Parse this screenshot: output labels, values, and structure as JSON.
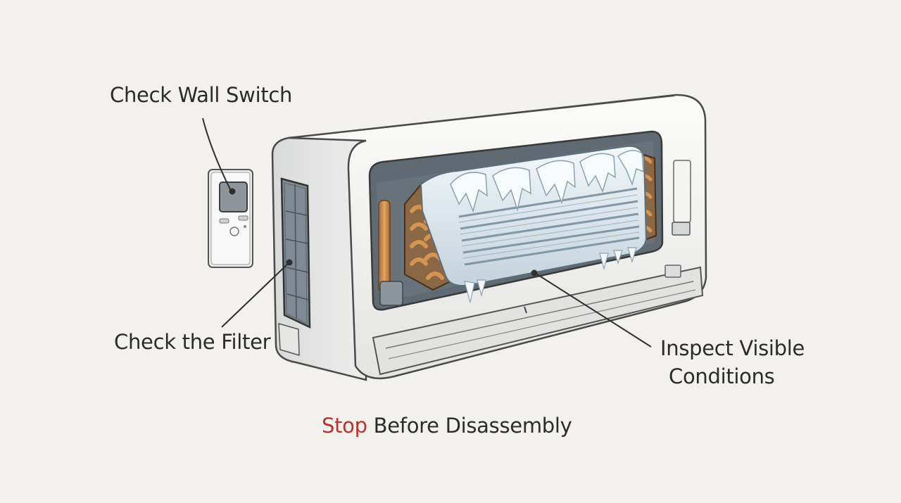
{
  "labels": {
    "wall_switch": "Check Wall Switch",
    "filter": "Check the Filter",
    "inspect_line1": "Inspect Visible",
    "inspect_line2": "Conditions"
  },
  "caption": {
    "stop": "Stop",
    "rest": " Before Disassembly"
  },
  "colors": {
    "background": "#f2f1ed",
    "text": "#2b2b2b",
    "stop_accent": "#b8342c",
    "ice": "#dbe6ec",
    "copper": "#c8894a",
    "unit_body": "#f7f7f4",
    "interior": "#5d6670"
  }
}
